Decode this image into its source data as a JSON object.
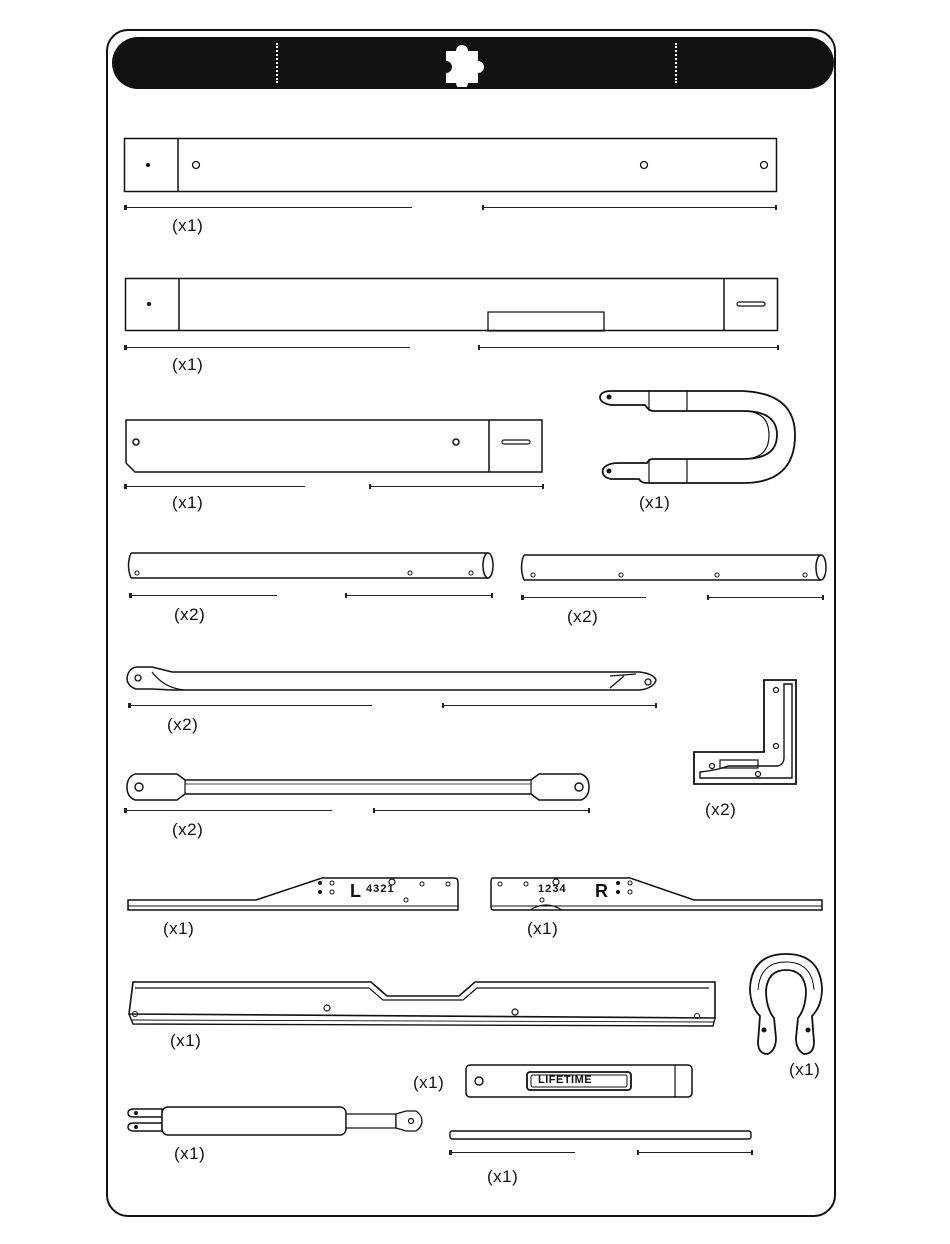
{
  "header": {
    "icon": "puzzle-piece-icon"
  },
  "parts": [
    {
      "id": "long-beam-1",
      "qty": "(x1)"
    },
    {
      "id": "long-beam-2",
      "qty": "(x1)"
    },
    {
      "id": "medium-beam",
      "qty": "(x1)"
    },
    {
      "id": "u-bracket",
      "qty": "(x1)"
    },
    {
      "id": "tube-a",
      "qty": "(x2)"
    },
    {
      "id": "tube-b",
      "qty": "(x2)"
    },
    {
      "id": "flat-end-tube",
      "qty": "(x2)"
    },
    {
      "id": "strut",
      "qty": "(x2)"
    },
    {
      "id": "corner-bracket",
      "qty": "(x2)"
    },
    {
      "id": "left-rail",
      "qty": "(x1)",
      "mark": "L",
      "digits": "4 3 2 1"
    },
    {
      "id": "right-rail",
      "qty": "(x1)",
      "mark": "R",
      "digits": "1 2 3 4"
    },
    {
      "id": "channel-rail",
      "qty": "(x1)"
    },
    {
      "id": "hook-clamp",
      "qty": "(x1)"
    },
    {
      "id": "logo-tube",
      "qty": "(x1)",
      "brand": "LIFETIME"
    },
    {
      "id": "gas-strut",
      "qty": "(x1)"
    },
    {
      "id": "thin-rod",
      "qty": "(x1)"
    }
  ]
}
